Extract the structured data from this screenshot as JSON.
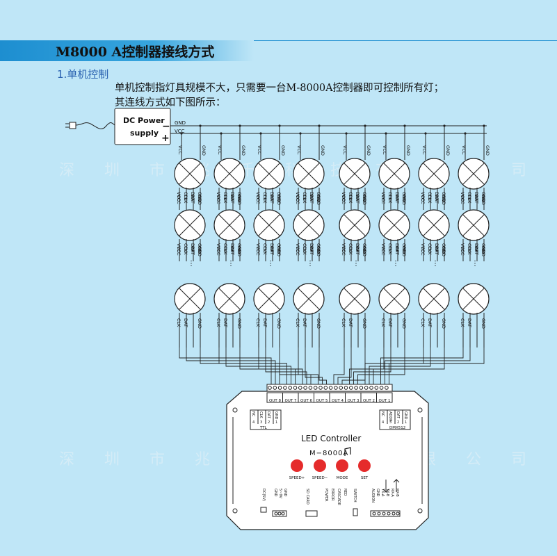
{
  "title": "M8000 A控制器接线方式",
  "section_title": "1.单机控制",
  "description": {
    "line1": "单机控制指灯具规模不大，只需要一台M-8000A控制器即可控制所有灯；",
    "line2": "其连线方式如下图所示："
  },
  "watermark": "深圳市兆千科技有限公司",
  "power_supply": {
    "line1": "DC Power",
    "line2": "supply",
    "minus": "−",
    "plus": "+",
    "gnd": "GND",
    "vcc": "VCC"
  },
  "lamp_pins": {
    "vcc": "VCC",
    "gnd": "GND",
    "clk": "CLK",
    "dat": "DAT",
    "ellipsis": "⋮"
  },
  "controller": {
    "name": "LED Controller",
    "model": "M−8000A",
    "buttons": [
      "SPEED+",
      "SPEED−",
      "MODE",
      "SET"
    ],
    "outputs": [
      "OUT 8",
      "OUT 7",
      "OUT 6",
      "OUT 5",
      "OUT 4",
      "OUT 3",
      "OUT 2",
      "OUT 1"
    ],
    "ttl_label": "TTL",
    "ttl_pins": [
      "NC",
      "CLK",
      "DAT",
      "GND"
    ],
    "dmx_label": "DMX512",
    "dmx_pins": [
      "NC",
      "ADDR",
      "DAT",
      "GND"
    ],
    "pin_numbers": [
      "4",
      "3",
      "2",
      "1"
    ],
    "bottom_labels": [
      "DC(5V)",
      "GND",
      "5~9V",
      "GND",
      "SD CARD",
      "POWER",
      "ERROR",
      "CASCADE",
      "RED",
      "SWITCH",
      "AUDION",
      "GND",
      "TX-A",
      "TX-B",
      "RX-A",
      "RX-B"
    ]
  },
  "colors": {
    "background": "#bfe6f7",
    "title_bar": "#1d8ed0",
    "button": "#e52b2b",
    "line": "#222222"
  }
}
